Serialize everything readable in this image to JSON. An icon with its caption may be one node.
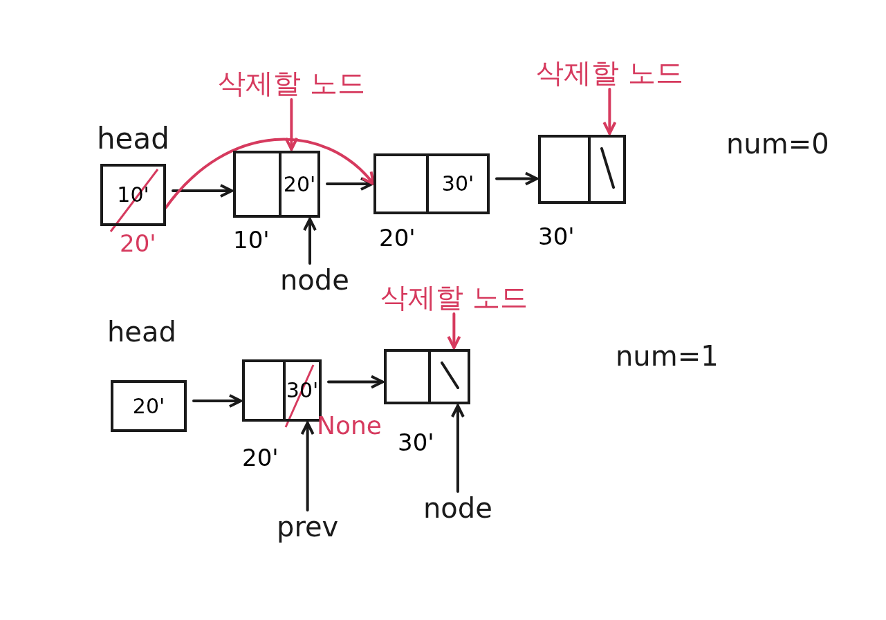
{
  "diagram": {
    "nodes": [
      {
        "text": [
          "10'"
        ],
        "beside": [
          "20'"
        ]
      },
      {
        "text": [
          "20'"
        ],
        "beside": [
          "10'"
        ]
      },
      {
        "text": [
          "30'"
        ],
        "beside": [
          "20'"
        ]
      },
      {
        "text": [],
        "shape": "box",
        "beside": [
          "30'"
        ]
      },
      {
        "text": [
          "삭제할 노드"
        ]
      },
      {
        "text": [
          "삭제할 노드"
        ]
      },
      {
        "text": [
          "20'"
        ]
      },
      {
        "text": [
          "30'"
        ],
        "beside": [
          "20'"
        ]
      },
      {
        "text": [],
        "shape": "box",
        "beside": [
          "30'"
        ]
      },
      {
        "text": [
          "삭제할 노드"
        ]
      },
      {
        "text": [
          "node"
        ]
      },
      {
        "text": [
          "prev"
        ]
      },
      {
        "text": [
          "node"
        ]
      }
    ],
    "edges": [
      {
        "from": 0,
        "to": 1,
        "arrow": "to"
      },
      {
        "from": 1,
        "to": 2,
        "arrow": "to"
      },
      {
        "from": 2,
        "to": 3,
        "arrow": "to"
      },
      {
        "from": 0,
        "to": 2,
        "arrow": "to",
        "color": "#d63a5e"
      },
      {
        "from": 4,
        "to": 1,
        "arrow": "to",
        "color": "#d63a5e"
      },
      {
        "from": 5,
        "to": 3,
        "arrow": "to",
        "color": "#d63a5e"
      },
      {
        "from": 6,
        "to": 7,
        "arrow": "to"
      },
      {
        "from": 7,
        "to": 8,
        "arrow": "to"
      },
      {
        "from": 9,
        "to": 8,
        "arrow": "to",
        "color": "#d63a5e"
      },
      {
        "from": 10,
        "to": 1,
        "arrow": "to"
      },
      {
        "from": 11,
        "to": 7,
        "arrow": "to"
      },
      {
        "from": 12,
        "to": 8,
        "arrow": "to"
      }
    ],
    "labels": [
      "head",
      "num=0",
      "head",
      "None",
      "num=1"
    ]
  }
}
